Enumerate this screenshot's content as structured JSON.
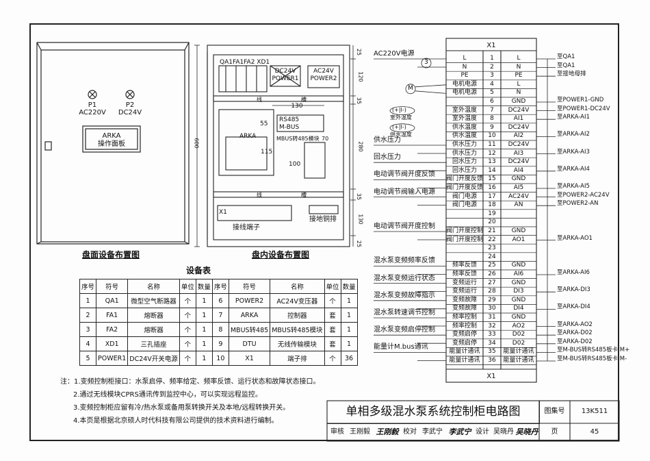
{
  "front_panel": {
    "p1_label": "P1",
    "p1_voltage": "AC220V",
    "p2_label": "P2",
    "p2_voltage": "DC24V",
    "panel_name": "ARKA",
    "panel_desc": "操作面板",
    "caption": "盘面设备布置图"
  },
  "inner_panel": {
    "breakers": "QA1FA1FA2 XD1",
    "psu_dc": "DC24V",
    "psu_dc_name": "POWER1",
    "psu_ac": "AC24V",
    "psu_ac_name": "POWER2",
    "trunking_label": "线",
    "trunking_label2": "槽",
    "dim_130": "130",
    "dim_55": "55",
    "dim_115": "115",
    "dim_100": "100",
    "dim_70": "70",
    "rs485": "RS485",
    "mbus": "M-BUS",
    "mbus_module": "MBUS转485模块",
    "controller": "ARKA",
    "terminal_label": "X1",
    "terminal_caption": "接线端子",
    "ground_caption": "接地铜排",
    "caption": "盘内设备布置图",
    "side_dims": [
      "25",
      "120",
      "35",
      "280",
      "35",
      "130",
      "25"
    ],
    "height_dim": "600"
  },
  "device_table": {
    "title": "设备表",
    "headers": [
      "序号",
      "符号",
      "名称",
      "单位",
      "数量",
      "序号",
      "符号",
      "名称",
      "单位",
      "数量"
    ],
    "rows": [
      [
        "1",
        "QA1",
        "微型空气断路器",
        "个",
        "1",
        "6",
        "POWER2",
        "AC24V变压器",
        "个",
        "1"
      ],
      [
        "2",
        "FA1",
        "熔断器",
        "个",
        "1",
        "7",
        "ARKA",
        "控制器",
        "套",
        "1"
      ],
      [
        "3",
        "FA2",
        "熔断器",
        "个",
        "1",
        "8",
        "MBUS转485",
        "MBUS转485模块",
        "套",
        "1"
      ],
      [
        "4",
        "XD1",
        "三孔插座",
        "个",
        "1",
        "9",
        "DTU",
        "无线传输模块",
        "套",
        "1"
      ],
      [
        "5",
        "POWER1",
        "DC24V开关电源",
        "个",
        "1",
        "10",
        "X1",
        "端子排",
        "个",
        "36"
      ]
    ]
  },
  "notes": [
    "注：1.变频控制柜接口：水泵启停、频率给定、频率反馈、运行状态和故障状态接口。",
    "2.通过无线模块CPRS通讯传到监控中心，可以实现远程监控。",
    "3.变频控制柜应留有冷/热水泵或备用泵转换开关及本地/远程转换开关。",
    "4.本页是根据北京硕人时代科技有限公司提供的技术资料进行编制。"
  ],
  "terminal_strip": {
    "title": "X1",
    "bottom_title": "X1",
    "rows": [
      {
        "n": "1",
        "left": "L",
        "right": "L",
        "target": "至QA1"
      },
      {
        "n": "2",
        "left": "N",
        "right": "N",
        "target": "至QA1"
      },
      {
        "n": "3",
        "left": "PE",
        "right": "PE",
        "target": "至接地母排"
      },
      {
        "n": "4",
        "left": "电机电源",
        "right": "L",
        "target": ""
      },
      {
        "n": "5",
        "left": "电机电源",
        "right": "N",
        "target": ""
      },
      {
        "n": "6",
        "left": "",
        "right": "GND",
        "target": "至POWER1-GND"
      },
      {
        "n": "7",
        "left": "室外温度",
        "right": "DC24V",
        "target": "至POWER1-DC24V"
      },
      {
        "n": "8",
        "left": "室外温度",
        "right": "AI1",
        "target": "至ARKA-AI1"
      },
      {
        "n": "9",
        "left": "供水温度",
        "right": "DC24V",
        "target": ""
      },
      {
        "n": "10",
        "left": "供水温度",
        "right": "AI2",
        "target": "至ARKA-AI2"
      },
      {
        "n": "11",
        "left": "供水压力",
        "right": "DC24V",
        "target": ""
      },
      {
        "n": "12",
        "left": "供水压力",
        "right": "AI3",
        "target": "至ARKA-AI3"
      },
      {
        "n": "13",
        "left": "回水压力",
        "right": "DC24V",
        "target": ""
      },
      {
        "n": "14",
        "left": "回水压力",
        "right": "AI4",
        "target": "至ARKA-AI4"
      },
      {
        "n": "15",
        "left": "阀门开度反馈",
        "right": "GND",
        "target": ""
      },
      {
        "n": "16",
        "left": "阀门开度反馈",
        "right": "AI5",
        "target": "至ARKA-AI5"
      },
      {
        "n": "17",
        "left": "阀门电源",
        "right": "AC24V",
        "target": "至POWER2-AC24V"
      },
      {
        "n": "18",
        "left": "阀门电源",
        "right": "AN",
        "target": "至POWER2-AN"
      },
      {
        "n": "19",
        "left": "",
        "right": "",
        "target": ""
      },
      {
        "n": "20",
        "left": "",
        "right": "",
        "target": ""
      },
      {
        "n": "21",
        "left": "阀门开度控制",
        "right": "GND",
        "target": ""
      },
      {
        "n": "22",
        "left": "阀门开度控制",
        "right": "AO1",
        "target": "至ARKA-AO1"
      },
      {
        "n": "23",
        "left": "",
        "right": "",
        "target": ""
      },
      {
        "n": "24",
        "left": "",
        "right": "",
        "target": ""
      },
      {
        "n": "25",
        "left": "频率反馈",
        "right": "GND",
        "target": ""
      },
      {
        "n": "26",
        "left": "频率反馈",
        "right": "AI6",
        "target": "至ARKA-AI6"
      },
      {
        "n": "27",
        "left": "变频运行",
        "right": "GND",
        "target": ""
      },
      {
        "n": "28",
        "left": "变频运行",
        "right": "DI3",
        "target": "至ARKA-DI3"
      },
      {
        "n": "29",
        "left": "变频故障",
        "right": "GND",
        "target": ""
      },
      {
        "n": "30",
        "left": "变频故障",
        "right": "DI4",
        "target": "至ARKA-DI4"
      },
      {
        "n": "31",
        "left": "频率控制",
        "right": "GND",
        "target": ""
      },
      {
        "n": "32",
        "left": "频率控制",
        "right": "AO2",
        "target": "至ARKA-AO2"
      },
      {
        "n": "33",
        "left": "变频启停",
        "right": "D02",
        "target": "至ARKA-D02"
      },
      {
        "n": "34",
        "left": "变频启停",
        "right": "D02",
        "target": "至ARKA-D02"
      },
      {
        "n": "35",
        "left": "能量计通讯",
        "right": "能量计通讯",
        "target": "至M-BUS转RS485板卡 M+"
      },
      {
        "n": "36",
        "left": "能量计通讯",
        "right": "能量计通讯",
        "target": "至M-BUS转RS485板卡 M-"
      }
    ]
  },
  "left_signals": [
    {
      "text": "AC220V电源",
      "row": 1
    },
    {
      "text": "供水压力",
      "row": 11
    },
    {
      "text": "回水压力",
      "row": 13
    },
    {
      "text": "电动调节阀开度反馈",
      "row": 15
    },
    {
      "text": "电动调节阀输入电源",
      "row": 17
    },
    {
      "text": "电动调节阀开度控制",
      "row": 21
    },
    {
      "text": "混水泵变频频率反馈",
      "row": 25
    },
    {
      "text": "混水泵变频运行状态",
      "row": 27
    },
    {
      "text": "混水泵变频故障指示",
      "row": 29
    },
    {
      "text": "混水泵转速调节控制",
      "row": 31
    },
    {
      "text": "混水泵变频启停控制",
      "row": 33
    },
    {
      "text": "能量计M.bus通讯",
      "row": 35
    }
  ],
  "sensors": [
    {
      "label": "室外温度",
      "row": 7
    },
    {
      "label": "供水温度",
      "row": 9
    }
  ],
  "sensor_sign": "(+|I-)",
  "circle_3": "3",
  "circle_m": "M",
  "title_block": {
    "drawing_title": "单相多级混水泵系统控制柜电路图",
    "atlas_label": "图集号",
    "atlas_no": "13K511",
    "review_label": "审核",
    "reviewer": "王刚毅",
    "reviewer_sig": "王刚毅",
    "check_label": "校对",
    "checker": "李武宁",
    "checker_sig": "李武宁",
    "design_label": "设计",
    "designer": "吴晓丹",
    "designer_sig": "吴晓丹",
    "page_label": "页",
    "page_no": "45"
  }
}
